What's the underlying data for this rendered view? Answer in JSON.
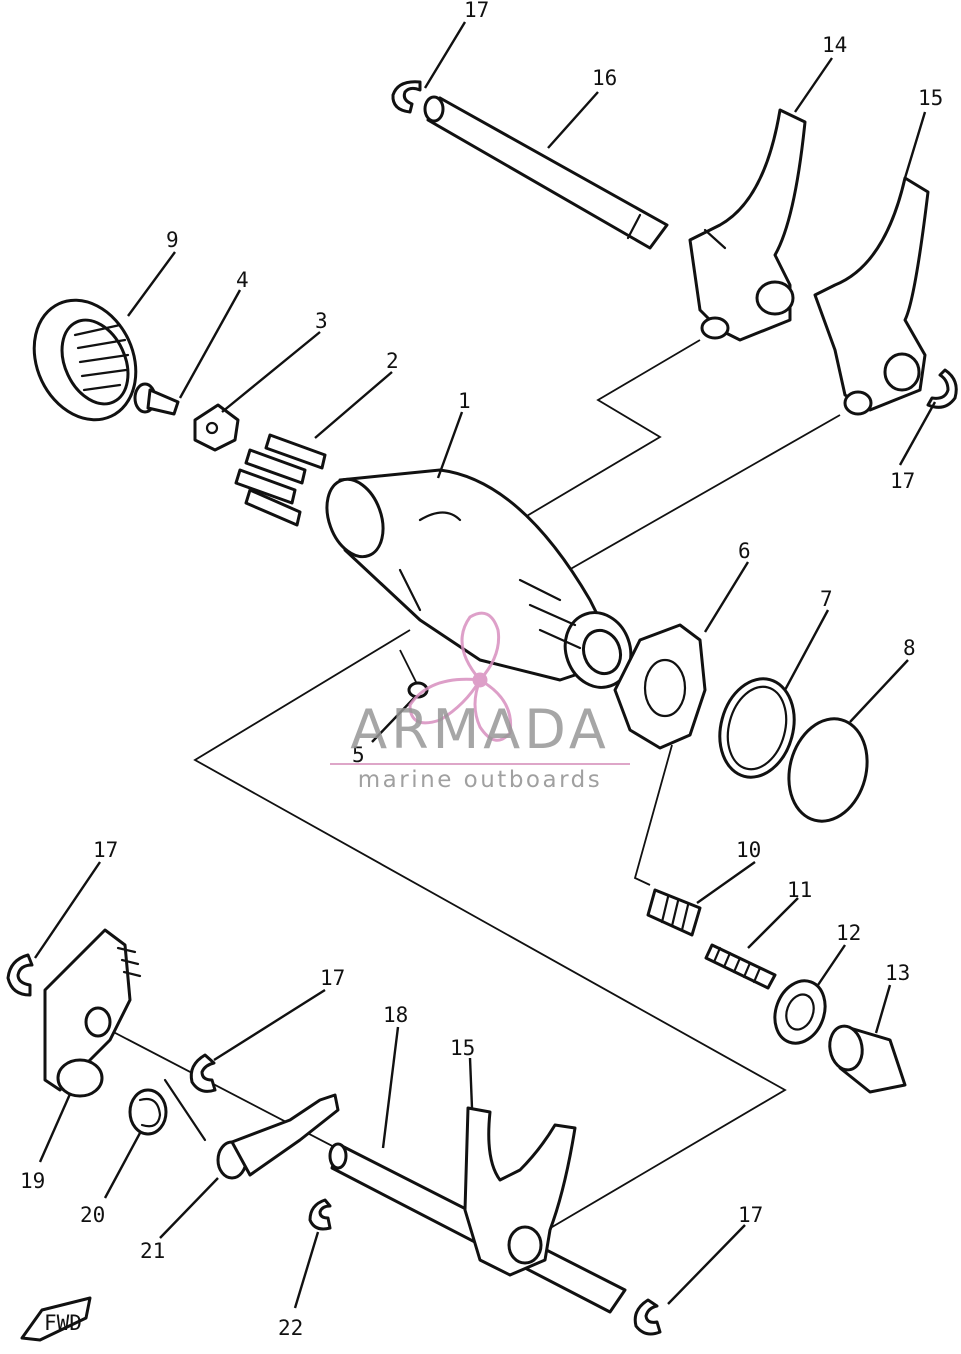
{
  "callouts": {
    "n1": "1",
    "n2": "2",
    "n3": "3",
    "n4": "4",
    "n5": "5",
    "n6": "6",
    "n7": "7",
    "n8": "8",
    "n9": "9",
    "n10": "10",
    "n11": "11",
    "n12": "12",
    "n13": "13",
    "n14": "14",
    "n15": "15",
    "n16": "16",
    "n17": "17",
    "n18": "18",
    "n19": "19",
    "n20": "20",
    "n21": "21",
    "n22": "22"
  },
  "direction_tag": "FWD",
  "watermark": {
    "brand": "ARMADA",
    "tagline": "marine outboards",
    "accent_color": "#d88fbf",
    "text_color": "#969696"
  }
}
